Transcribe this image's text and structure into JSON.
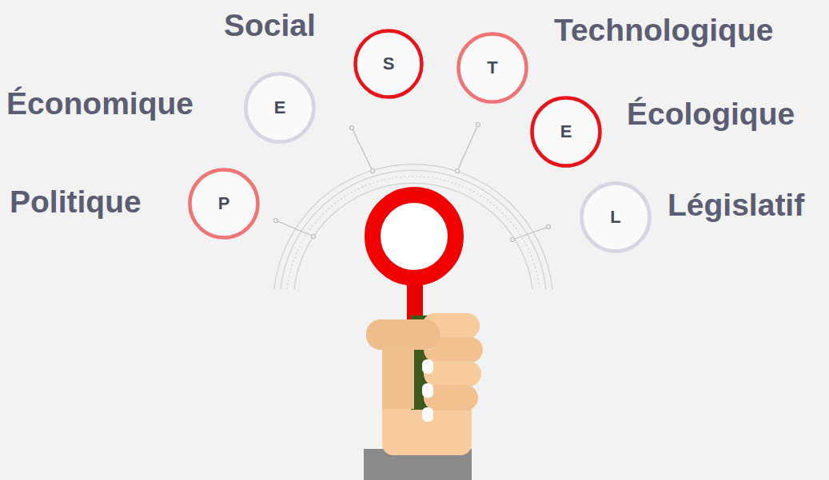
{
  "diagram": {
    "nodes": [
      {
        "text": [
          "Social",
          "S"
        ]
      },
      {
        "text": [
          "Technologique",
          "T"
        ]
      },
      {
        "text": [
          "Économique",
          "E"
        ]
      },
      {
        "text": [
          "Écologique",
          "E"
        ]
      },
      {
        "text": [
          "Politique",
          "P"
        ]
      },
      {
        "text": [
          "Législatif",
          "L"
        ]
      }
    ]
  }
}
